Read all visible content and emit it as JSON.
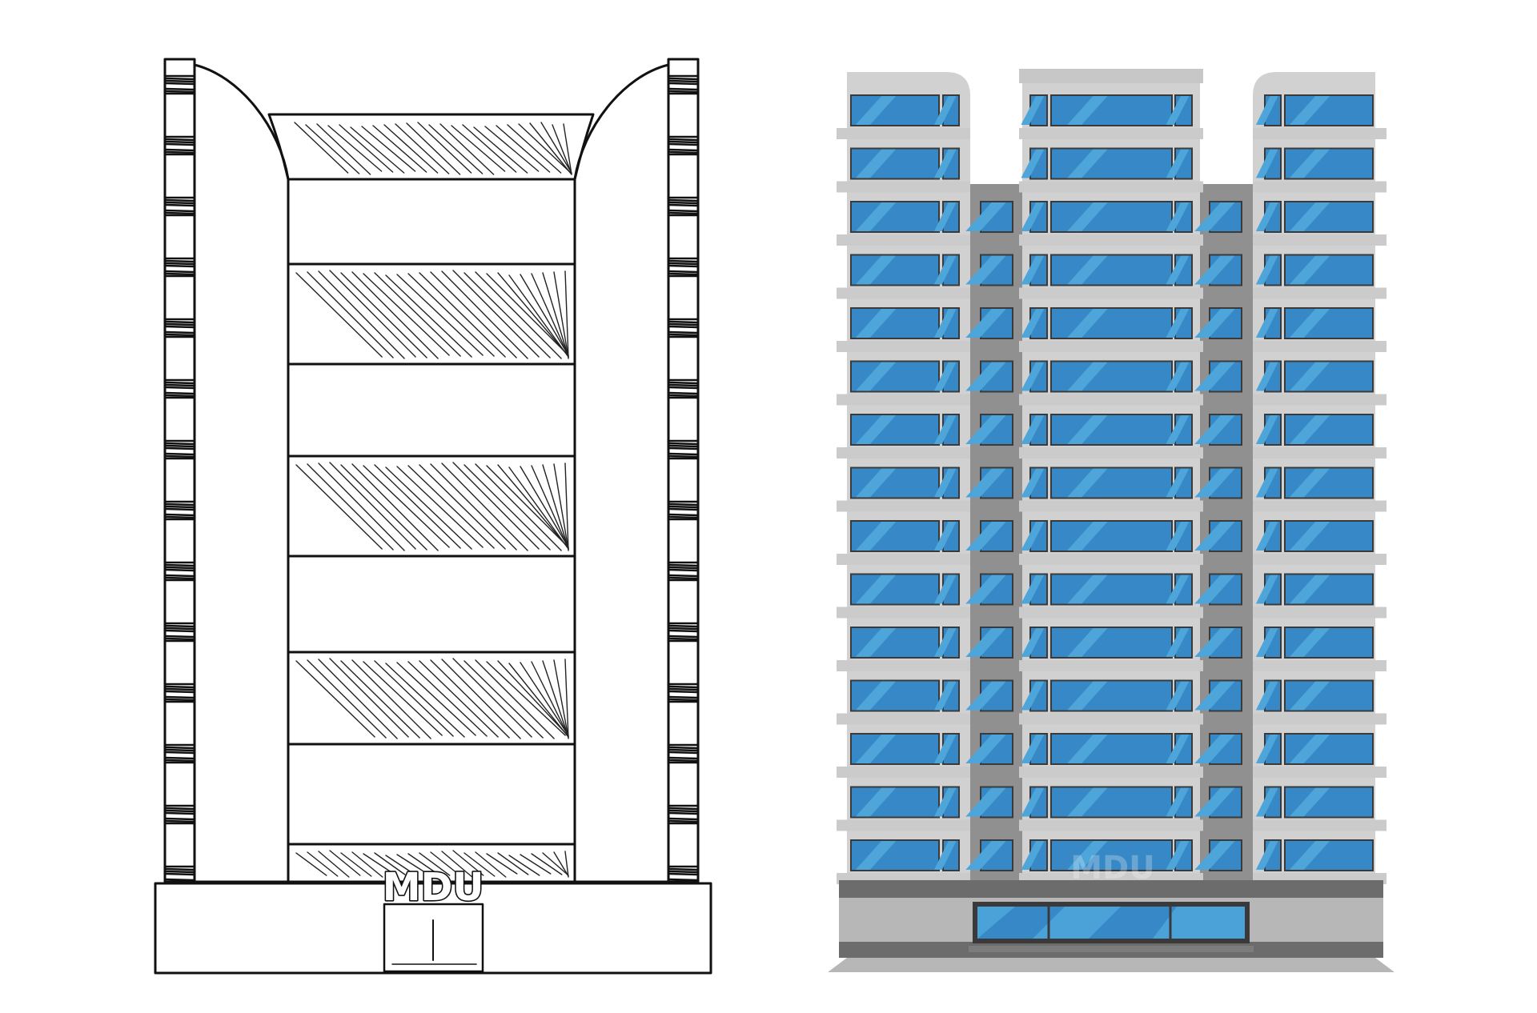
{
  "illustrations": {
    "sketch": {
      "sign_text": "MDU",
      "style": "pencil-sketch",
      "stroke_color": "#111111",
      "hatch_color": "#222222"
    },
    "rendered": {
      "sign_text": "MDU",
      "style": "flat-vector",
      "floors": 15,
      "colors": {
        "facade": "#d1d1d1",
        "facade_dark": "#bcbcbc",
        "slab": "#cbcbcb",
        "shadow_column": "#909090",
        "glass_dark": "#3689c6",
        "glass_light": "#4ea5da",
        "frame": "#3a3a3a",
        "base": "#6c6c6c",
        "base_light": "#b7b7b7"
      }
    }
  }
}
